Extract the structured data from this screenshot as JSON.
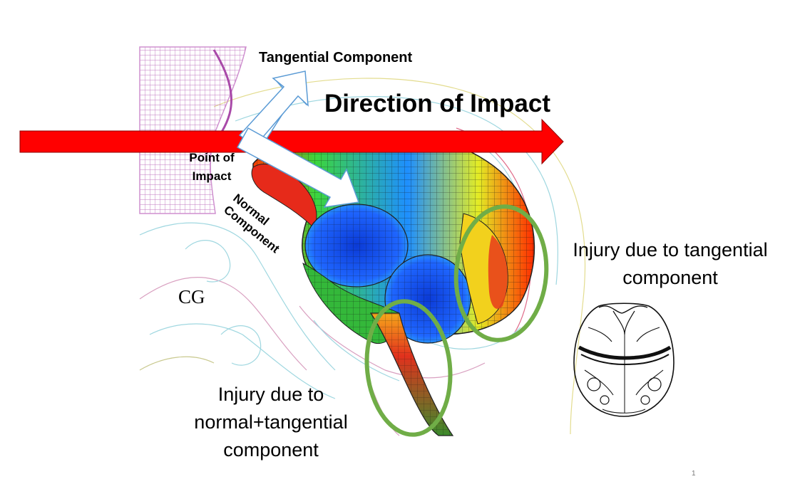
{
  "labels": {
    "tangential_component": "Tangential Component",
    "direction_of_impact": "Direction of Impact",
    "point_of_impact": "Point of Impact",
    "normal_component": "Normal Component",
    "cg": "CG",
    "injury_tangential": "Injury due to tangential component",
    "injury_normal_tangential": "Injury due to normal+tangential component",
    "page_number": "1"
  },
  "colors": {
    "impact_arrow": "#ff0000",
    "vector_arrow_stroke": "#5b9bd5",
    "injury_circle": "#70ad47",
    "skull_mesh": "#c77dc7"
  },
  "icons": {
    "brainstem_cross_section": "brain-cross-section-illustration"
  }
}
